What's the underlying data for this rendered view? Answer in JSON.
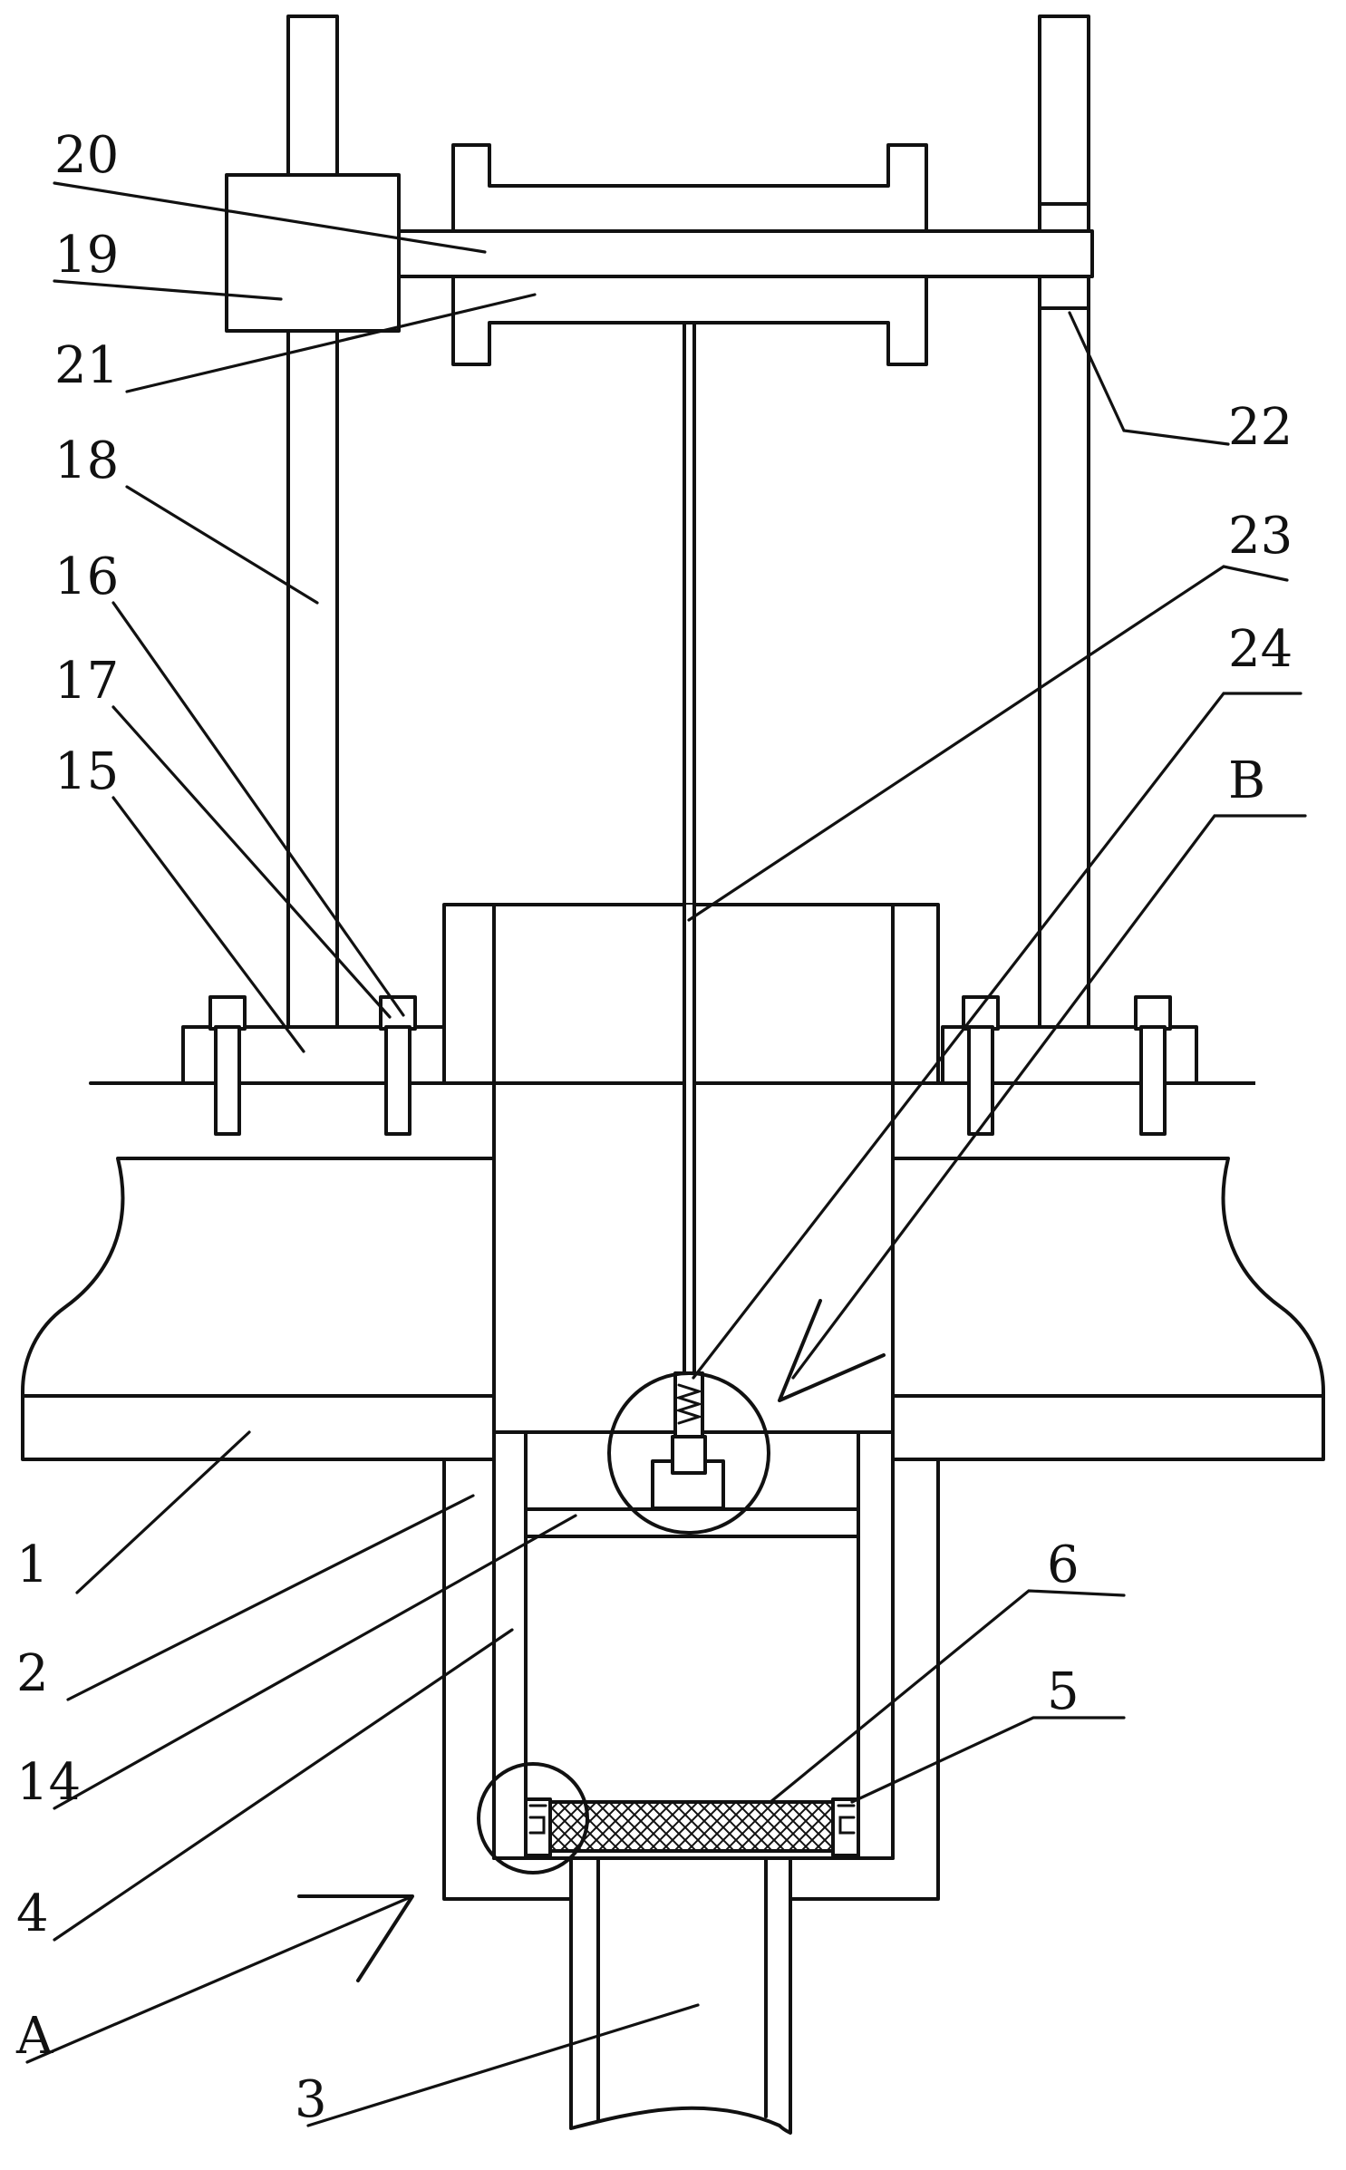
{
  "labels": {
    "l1": "1",
    "l2": "2",
    "l3": "3",
    "l4": "4",
    "l5": "5",
    "l6": "6",
    "l14": "14",
    "l15": "15",
    "l16": "16",
    "l17": "17",
    "l18": "18",
    "l19": "19",
    "l20": "20",
    "l21": "21",
    "l22": "22",
    "l23": "23",
    "l24": "24",
    "lA": "A",
    "lB": "B"
  }
}
